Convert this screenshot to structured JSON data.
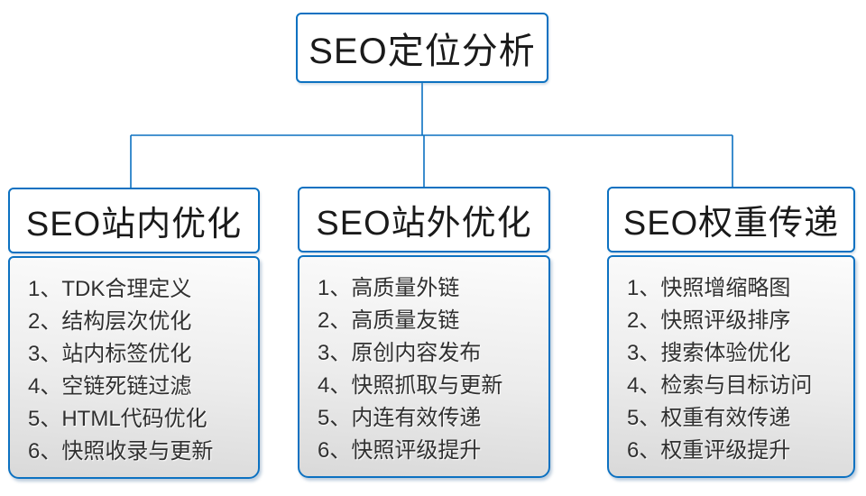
{
  "colors": {
    "accent": "#0c71c1"
  },
  "root": {
    "title": "SEO定位分析"
  },
  "columns": [
    {
      "title": "SEO站内优化",
      "items": [
        "1、TDK合理定义",
        "2、结构层次优化",
        "3、站内标签优化",
        "4、空链死链过滤",
        "5、HTML代码优化",
        "6、快照收录与更新"
      ]
    },
    {
      "title": "SEO站外优化",
      "items": [
        "1、高质量外链",
        "2、高质量友链",
        "3、原创内容发布",
        "4、快照抓取与更新",
        "5、内连有效传递",
        "6、快照评级提升"
      ]
    },
    {
      "title": "SEO权重传递",
      "items": [
        "1、快照增缩略图",
        "2、快照评级排序",
        "3、搜索体验优化",
        "4、检索与目标访问",
        "5、权重有效传递",
        "6、权重评级提升"
      ]
    }
  ]
}
